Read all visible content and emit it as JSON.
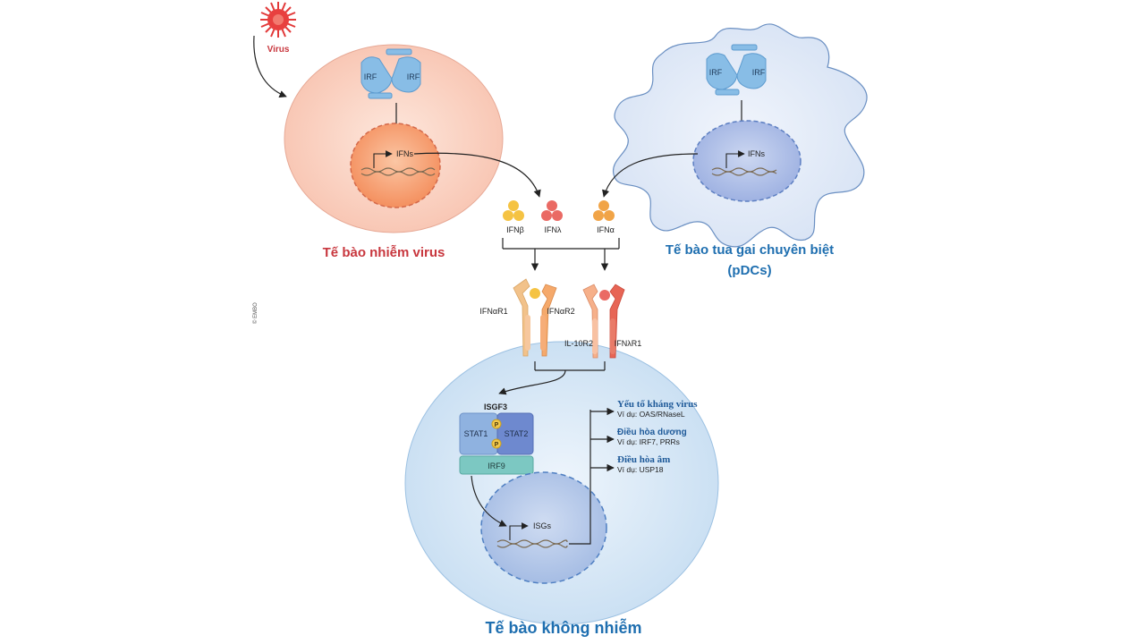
{
  "virus": {
    "label": "Virus"
  },
  "infected_cell": {
    "irf_left": "IRF",
    "irf_right": "IRF",
    "ifns": "IFNs",
    "caption": "Tế bào nhiễm virus"
  },
  "pdc_cell": {
    "irf_left": "IRF",
    "irf_right": "IRF",
    "ifns": "IFNs",
    "caption_line1": "Tế bào tua gai chuyên biệt",
    "caption_line2": "(pDCs)"
  },
  "interferons": {
    "beta": "IFNβ",
    "lambda": "IFNλ",
    "alpha": "IFNα"
  },
  "receptors": {
    "ifnar1_left": "IFNαR1",
    "ifnar2": "IFNαR2",
    "il10r2": "IL-10R2",
    "ifnlr1": "IFNλR1"
  },
  "copyright": "© EMBO",
  "uninfected_cell": {
    "isgf3": "ISGF3",
    "stat1": "STAT1",
    "stat2": "STAT2",
    "phospho": "P",
    "irf9": "IRF9",
    "isgs": "ISGs",
    "caption": "Tế bào không nhiễm"
  },
  "outputs": [
    {
      "title": "Yếu tố kháng virus",
      "example": "Ví dụ: OAS/RNaseL"
    },
    {
      "title": "Điều hòa dương",
      "example": "Ví dụ: IRF7, PRRs"
    },
    {
      "title": "Điều hòa âm",
      "example": "Ví dụ: USP18"
    }
  ],
  "colors": {
    "red_caption": "#c8373e",
    "blue_caption": "#1f6fb0",
    "infected_cell": "#fbd3c6",
    "nucleus_orange": "#f7a67c",
    "pdc_cell": "#e3ecf8",
    "nucleus_blue": "#b6c6ea",
    "uninfected_cell": "#dbe9f7",
    "irf_blue": "#88bde6"
  }
}
